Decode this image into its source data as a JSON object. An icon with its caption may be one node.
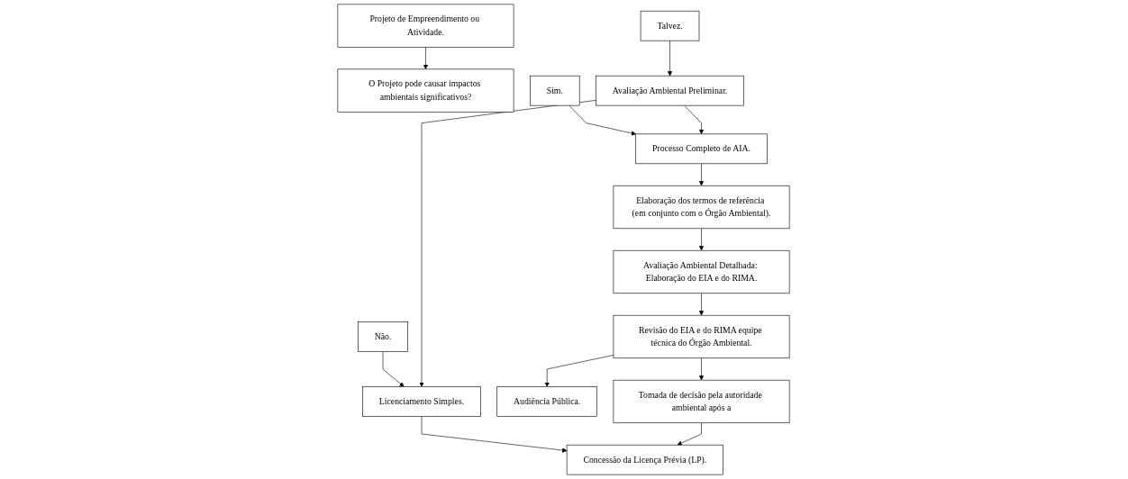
{
  "diagram": {
    "nodes": [
      {
        "text": [
          "Projeto de Empreendimento ou Atividade."
        ]
      },
      {
        "text": [
          "O Projeto pode causar impactos ambientais significativos?"
        ]
      },
      {
        "text": [
          "Não."
        ]
      },
      {
        "text": [
          "Talvez."
        ]
      },
      {
        "text": [
          "Sim."
        ]
      },
      {
        "text": [
          "Licenciamento Simples."
        ]
      },
      {
        "text": [
          "Avaliação Ambiental Preliminar."
        ]
      },
      {
        "text": [
          "Processo Completo de AIA."
        ]
      },
      {
        "text": [
          "Avaliação Ambiental Detalhada: Elaboração do EIA e do RIMA."
        ]
      },
      {
        "text": [
          "Elaboração dos termos de referência (em conjunto com o Órgão Ambiental)."
        ]
      },
      {
        "text": [
          "Revisão do EIA e do RIMA equipe técnica do Órgão Ambiental."
        ]
      },
      {
        "text": [
          "Audiência Pública."
        ]
      },
      {
        "text": [
          "Concessão da Licença Prévia (LP)."
        ]
      },
      {
        "text": [
          "Tomada de decisão pela autoridade ambiental após a"
        ]
      }
    ],
    "edges": [
      {
        "from": 0,
        "to": 1,
        "arrow": "to"
      },
      {
        "from": 2,
        "to": 5,
        "arrow": "to"
      },
      {
        "from": 3,
        "to": 6,
        "arrow": "to"
      },
      {
        "from": 4,
        "to": 7,
        "arrow": "to"
      },
      {
        "from": 6,
        "to": 5,
        "arrow": "to"
      },
      {
        "from": 6,
        "to": 7,
        "arrow": "to"
      },
      {
        "from": 7,
        "to": 9,
        "arrow": "to"
      },
      {
        "from": 9,
        "to": 8,
        "arrow": "to"
      },
      {
        "from": 8,
        "to": 10,
        "arrow": "to"
      },
      {
        "from": 5,
        "to": 12,
        "arrow": "to"
      },
      {
        "from": 10,
        "to": 11,
        "arrow": "to"
      },
      {
        "from": 10,
        "to": 13,
        "arrow": "to"
      },
      {
        "from": 13,
        "to": 12,
        "arrow": "to"
      }
    ]
  }
}
